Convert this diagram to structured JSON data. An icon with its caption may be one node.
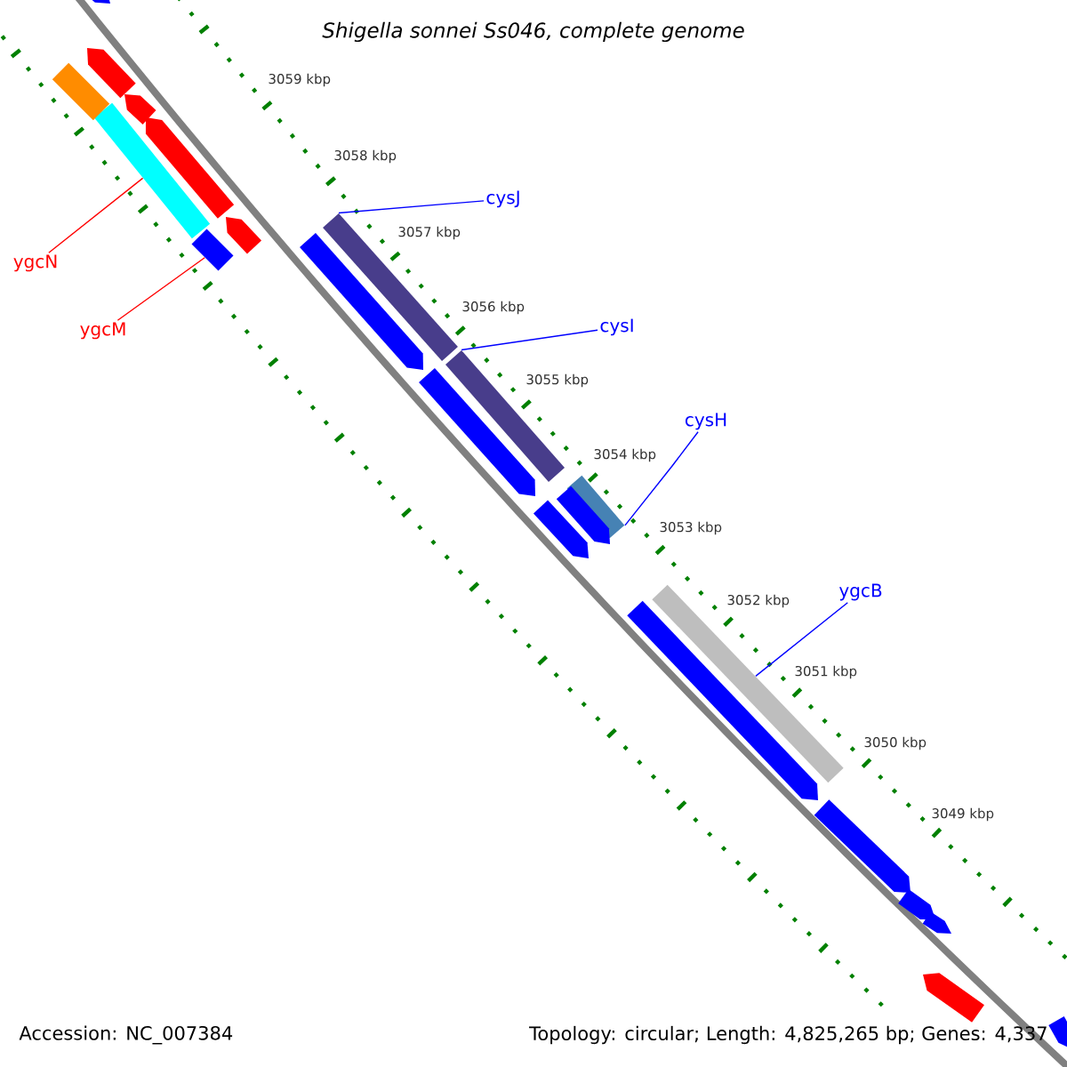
{
  "diagram": {
    "title": "Shigella sonnei Ss046, complete genome",
    "nodes": [
      {
        "text": [
          "ygcN"
        ]
      },
      {
        "text": [
          "ygcM"
        ]
      },
      {
        "text": [
          "cysJ"
        ]
      },
      {
        "text": [
          "cysI"
        ]
      },
      {
        "text": [
          "cysH"
        ]
      },
      {
        "text": [
          "ygcB"
        ]
      },
      {
        "text": [],
        "shape": "bar"
      },
      {
        "text": [],
        "shape": "bar"
      },
      {
        "text": [],
        "shape": "bar"
      },
      {
        "text": [],
        "shape": "bar"
      },
      {
        "text": [],
        "shape": "bar"
      },
      {
        "text": [],
        "shape": "bar"
      },
      {
        "text": [],
        "shape": "arrow"
      },
      {
        "text": [],
        "shape": "arrow"
      },
      {
        "text": [],
        "shape": "arrow"
      },
      {
        "text": [],
        "shape": "arrow"
      },
      {
        "text": [],
        "shape": "arrow"
      },
      {
        "text": [],
        "shape": "arrow"
      },
      {
        "text": [],
        "shape": "arrow"
      },
      {
        "text": [],
        "shape": "arrow"
      },
      {
        "text": [],
        "shape": "arrow"
      },
      {
        "text": [],
        "shape": "arrow"
      },
      {
        "text": [],
        "shape": "arrow"
      },
      {
        "text": [],
        "shape": "bar"
      },
      {
        "text": [],
        "shape": "arrow"
      },
      {
        "text": [],
        "shape": "arrow"
      },
      {
        "text": [],
        "shape": "arrow"
      },
      {
        "text": [],
        "shape": "arrow"
      }
    ],
    "edges": [
      {
        "from": 0,
        "to": 6,
        "arrow": "none",
        "color": "#ff0000"
      },
      {
        "from": 1,
        "to": 7,
        "arrow": "none",
        "color": "#ff0000"
      },
      {
        "from": 2,
        "to": 8,
        "arrow": "none"
      },
      {
        "from": 3,
        "to": 9,
        "arrow": "none"
      },
      {
        "from": 4,
        "to": 10,
        "arrow": "none"
      },
      {
        "from": 5,
        "to": 11,
        "arrow": "none"
      }
    ],
    "labels": [
      "3059 kbp",
      "3058 kbp",
      "3057 kbp",
      "3056 kbp",
      "3055 kbp",
      "3054 kbp",
      "3053 kbp",
      "3052 kbp",
      "3051 kbp",
      "3050 kbp",
      "3049 kbp",
      "Accession: NC_007384",
      "Topology: circular; Length: 4,825,265 bp; Genes: 4,337"
    ]
  }
}
